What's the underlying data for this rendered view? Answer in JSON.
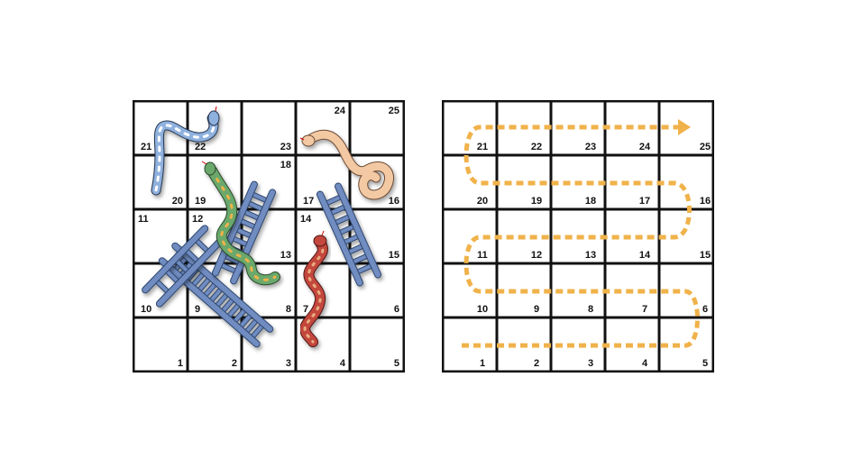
{
  "boards": [
    {
      "id": "left",
      "cells": [
        {
          "r": 0,
          "c": 0,
          "n": "21",
          "pos": "bl"
        },
        {
          "r": 0,
          "c": 1,
          "n": "22",
          "pos": "bl"
        },
        {
          "r": 0,
          "c": 2,
          "n": "23",
          "pos": "br"
        },
        {
          "r": 0,
          "c": 3,
          "n": "24",
          "pos": "tr"
        },
        {
          "r": 0,
          "c": 4,
          "n": "25",
          "pos": "tr"
        },
        {
          "r": 1,
          "c": 0,
          "n": "20",
          "pos": "br"
        },
        {
          "r": 1,
          "c": 1,
          "n": "19",
          "pos": "bl"
        },
        {
          "r": 1,
          "c": 2,
          "n": "18",
          "pos": "tr"
        },
        {
          "r": 1,
          "c": 3,
          "n": "17",
          "pos": "bl"
        },
        {
          "r": 1,
          "c": 4,
          "n": "16",
          "pos": "br"
        },
        {
          "r": 2,
          "c": 0,
          "n": "11",
          "pos": "tl"
        },
        {
          "r": 2,
          "c": 1,
          "n": "12",
          "pos": "tl"
        },
        {
          "r": 2,
          "c": 2,
          "n": "13",
          "pos": "br"
        },
        {
          "r": 2,
          "c": 3,
          "n": "14",
          "pos": "tl"
        },
        {
          "r": 2,
          "c": 4,
          "n": "15",
          "pos": "br"
        },
        {
          "r": 3,
          "c": 0,
          "n": "10",
          "pos": "bl"
        },
        {
          "r": 3,
          "c": 1,
          "n": "9",
          "pos": "bl"
        },
        {
          "r": 3,
          "c": 2,
          "n": "8",
          "pos": "br"
        },
        {
          "r": 3,
          "c": 3,
          "n": "7",
          "pos": "bl"
        },
        {
          "r": 3,
          "c": 4,
          "n": "6",
          "pos": "br"
        },
        {
          "r": 4,
          "c": 0,
          "n": "1",
          "pos": "br"
        },
        {
          "r": 4,
          "c": 1,
          "n": "2",
          "pos": "br"
        },
        {
          "r": 4,
          "c": 2,
          "n": "3",
          "pos": "br"
        },
        {
          "r": 4,
          "c": 3,
          "n": "4",
          "pos": "br"
        },
        {
          "r": 4,
          "c": 4,
          "n": "5",
          "pos": "br"
        }
      ]
    },
    {
      "id": "right",
      "cells": [
        {
          "r": 0,
          "c": 0,
          "n": "21",
          "pos": "bl"
        },
        {
          "r": 0,
          "c": 1,
          "n": "22",
          "pos": "bl"
        },
        {
          "r": 0,
          "c": 2,
          "n": "23",
          "pos": "bl"
        },
        {
          "r": 0,
          "c": 3,
          "n": "24",
          "pos": "bl"
        },
        {
          "r": 0,
          "c": 4,
          "n": "25",
          "pos": "bl"
        },
        {
          "r": 1,
          "c": 0,
          "n": "20",
          "pos": "bl"
        },
        {
          "r": 1,
          "c": 1,
          "n": "19",
          "pos": "bl"
        },
        {
          "r": 1,
          "c": 2,
          "n": "18",
          "pos": "bl"
        },
        {
          "r": 1,
          "c": 3,
          "n": "17",
          "pos": "bl"
        },
        {
          "r": 1,
          "c": 4,
          "n": "16",
          "pos": "bl"
        },
        {
          "r": 2,
          "c": 0,
          "n": "11",
          "pos": "bl"
        },
        {
          "r": 2,
          "c": 1,
          "n": "12",
          "pos": "bl"
        },
        {
          "r": 2,
          "c": 2,
          "n": "13",
          "pos": "bl"
        },
        {
          "r": 2,
          "c": 3,
          "n": "14",
          "pos": "bl"
        },
        {
          "r": 2,
          "c": 4,
          "n": "15",
          "pos": "bl"
        },
        {
          "r": 3,
          "c": 0,
          "n": "10",
          "pos": "bl"
        },
        {
          "r": 3,
          "c": 1,
          "n": "9",
          "pos": "bl"
        },
        {
          "r": 3,
          "c": 2,
          "n": "8",
          "pos": "bl"
        },
        {
          "r": 3,
          "c": 3,
          "n": "7",
          "pos": "bl"
        },
        {
          "r": 3,
          "c": 4,
          "n": "6",
          "pos": "bl"
        },
        {
          "r": 4,
          "c": 0,
          "n": "1",
          "pos": "bl"
        },
        {
          "r": 4,
          "c": 1,
          "n": "2",
          "pos": "bl"
        },
        {
          "r": 4,
          "c": 2,
          "n": "3",
          "pos": "bl"
        },
        {
          "r": 4,
          "c": 3,
          "n": "4",
          "pos": "bl"
        },
        {
          "r": 4,
          "c": 4,
          "n": "5",
          "pos": "bl"
        }
      ]
    }
  ],
  "colors": {
    "grid": "#111111",
    "ladder": "#6f8cc0",
    "ladder_edge": "#2d4670",
    "path": "#f0b24a",
    "snake_blue": "#8fb1de",
    "snake_green": "#6aa86c",
    "snake_peach": "#f3c9a4",
    "snake_red": "#c4473d"
  }
}
